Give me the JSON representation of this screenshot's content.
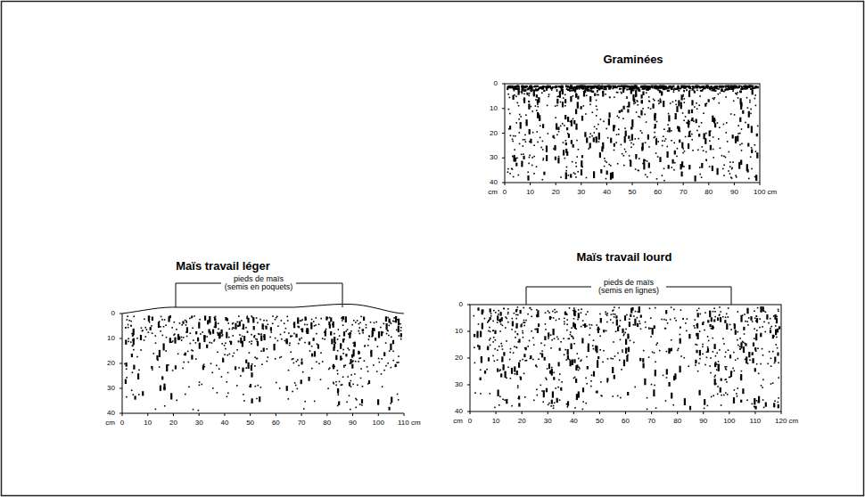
{
  "diagram": {
    "nodes": [
      {
        "text": [
          "Graminées"
        ]
      },
      {
        "text": [
          "Maïs travail léger"
        ]
      },
      {
        "text": [
          "Maïs travail lourd"
        ]
      }
    ],
    "labels": [
      "0",
      "10",
      "20",
      "30",
      "40",
      "cm",
      "0",
      "10",
      "20",
      "30",
      "40",
      "50",
      "60",
      "70",
      "80",
      "90",
      "100 cm",
      "pieds de maïs (semis en poquets)",
      "0",
      "10",
      "20",
      "30",
      "40",
      "cm",
      "0",
      "10",
      "20",
      "30",
      "40",
      "50",
      "60",
      "70",
      "80",
      "90",
      "100",
      "110 cm",
      "pieds de maïs (semis en lignes)",
      "0",
      "10",
      "20",
      "30",
      "40",
      "cm",
      "0",
      "10",
      "20",
      "30",
      "40",
      "50",
      "60",
      "70",
      "80",
      "90",
      "100",
      "110",
      "120 cm"
    ]
  }
}
